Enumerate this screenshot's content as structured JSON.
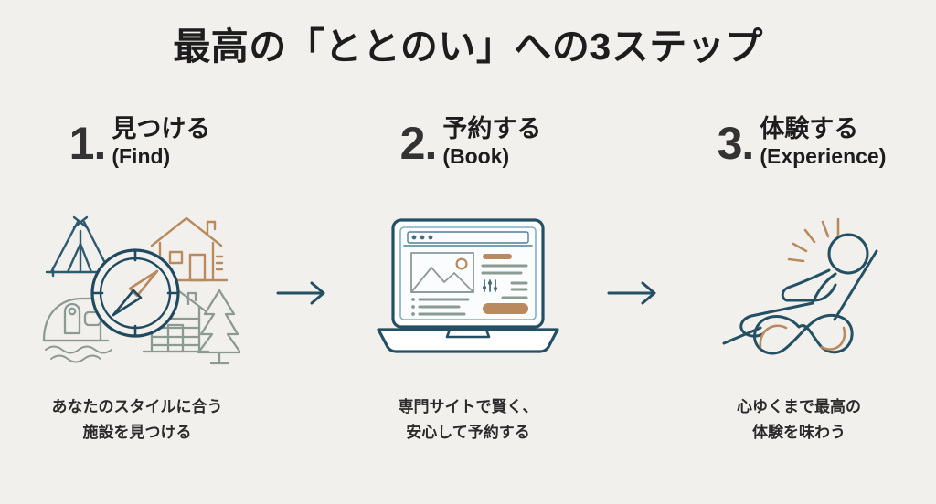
{
  "slide": {
    "background_color": "#f2f0ec",
    "title": "最高の「ととのい」への3ステップ"
  },
  "palette": {
    "navy": "#28556b",
    "navy_dark": "#1f4a60",
    "tan": "#b98a5e",
    "sage": "#7d8c86",
    "text": "#1d1d1d",
    "number": "#333333",
    "arrow": "#245064",
    "light_blue": "#d7e5ec",
    "gray_line": "#9aa3a0"
  },
  "steps": [
    {
      "number": "1.",
      "title_ja": "見つける",
      "title_en": "(Find)",
      "icon": "find-lodging-compass-icon",
      "icon_parts": [
        "tent-icon",
        "house-icon",
        "camper-trailer-icon",
        "log-cabin-icon",
        "pine-tree-icon",
        "compass-icon"
      ],
      "caption_line1": "あなたのスタイルに合う",
      "caption_line2": "施設を見つける"
    },
    {
      "number": "2.",
      "title_ja": "予約する",
      "title_en": "(Book)",
      "icon": "laptop-booking-site-icon",
      "icon_parts": [
        "laptop-icon",
        "browser-window",
        "photo-placeholder-icon",
        "sun-icon",
        "mountain-icon",
        "cta-button-shape",
        "filter-slider-icon"
      ],
      "caption_line1": "専門サイトで賢く、",
      "caption_line2": "安心して予約する"
    },
    {
      "number": "3.",
      "title_ja": "体験する",
      "title_en": "(Experience)",
      "icon": "person-relaxing-lounge-chair-icon",
      "icon_parts": [
        "lounge-chair-icon",
        "person-icon",
        "relaxation-rays-icon",
        "infinity-symbol-icon"
      ],
      "caption_line1": "心ゆくまで最高の",
      "caption_line2": "体験を味わう"
    }
  ],
  "arrows": [
    {
      "name": "arrow-step1-to-step2",
      "glyph": "→"
    },
    {
      "name": "arrow-step2-to-step3",
      "glyph": "→"
    }
  ]
}
